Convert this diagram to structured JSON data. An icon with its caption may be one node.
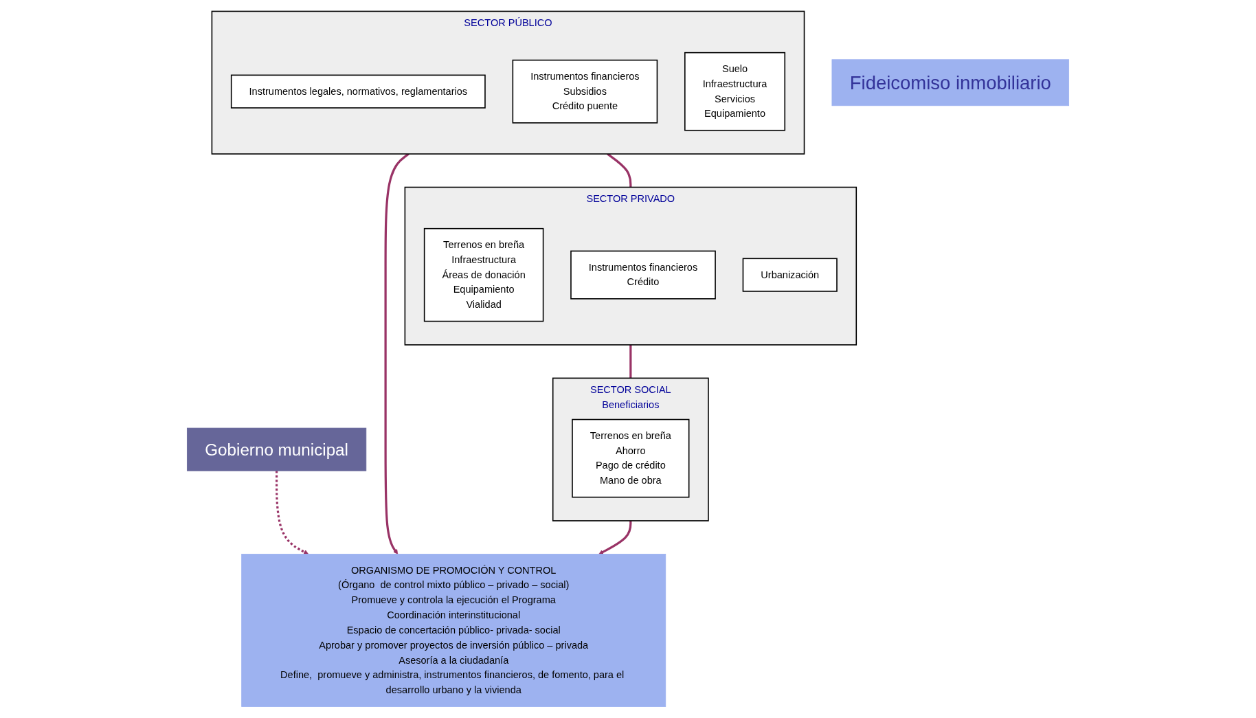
{
  "diagram": {
    "nodes": [
      {
        "text": [
          "Gobierno municipal"
        ]
      },
      {
        "text": [
          "Fideicomiso inmobiliario"
        ]
      },
      {
        "text": [
          "SECTOR PÚBLICO"
        ]
      },
      {
        "text": [
          "Instrumentos legales, normativos, reglamentarios"
        ],
        "in": 2
      },
      {
        "text": [
          "Instrumentos financieros",
          "Subsidios",
          "Crédito puente"
        ],
        "in": 2
      },
      {
        "text": [
          "Suelo",
          "Infraestructura",
          "Servicios",
          "Equipamiento"
        ],
        "in": 2
      },
      {
        "text": [
          "SECTOR PRIVADO"
        ]
      },
      {
        "text": [
          "Terrenos en breña",
          "Infraestructura",
          "Áreas de donación",
          "Equipamiento",
          "Vialidad"
        ],
        "in": 6
      },
      {
        "text": [
          "Instrumentos financieros",
          "Crédito"
        ],
        "in": 6
      },
      {
        "text": [
          "Urbanización"
        ],
        "in": 6
      },
      {
        "text": [
          "SECTOR SOCIAL",
          "Beneficiarios"
        ]
      },
      {
        "text": [
          "Terrenos en breña",
          "Ahorro",
          "Pago de crédito",
          "Mano de obra"
        ],
        "in": 10
      },
      {
        "text": [
          "ORGANISMO DE PROMOCIÓN Y CONTROL",
          "(Órgano  de control mixto público – privado – social)",
          "Promueve y controla la ejecución el Programa",
          "Coordinación interinstitucional",
          "Espacio de concertación público- privada- social",
          "Aprobar y promover proyectos de inversión público – privada",
          "Asesoría a la ciudadanía",
          "Define,  promueve y administra, instrumentos financieros, de fomento, para el desarrollo urbano y la vivienda"
        ]
      }
    ],
    "edges": [
      {
        "from": 2,
        "to": 6,
        "arrow": "none"
      },
      {
        "from": 6,
        "to": 10,
        "arrow": "none"
      },
      {
        "from": 2,
        "to": 12,
        "arrow": "to"
      },
      {
        "from": 10,
        "to": 12,
        "arrow": "to"
      },
      {
        "from": 0,
        "to": 12,
        "arrow": "to",
        "style": "dashed"
      }
    ]
  }
}
